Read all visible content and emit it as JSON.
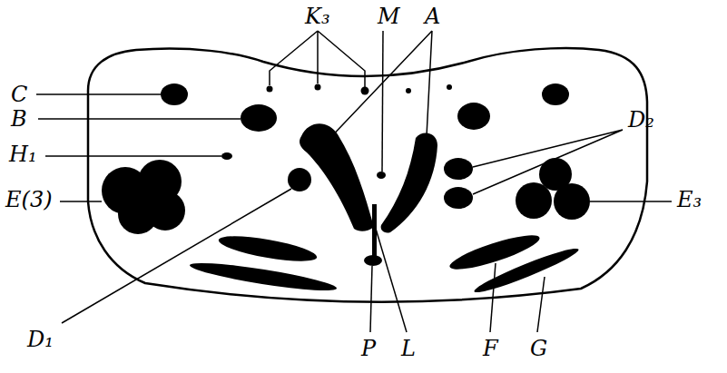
{
  "diagram": {
    "labels": [
      "K₃",
      "M",
      "A",
      "C",
      "D₂",
      "B",
      "H₁",
      "E(3)",
      "E₃",
      "D₁",
      "P",
      "L",
      "F",
      "G"
    ]
  }
}
